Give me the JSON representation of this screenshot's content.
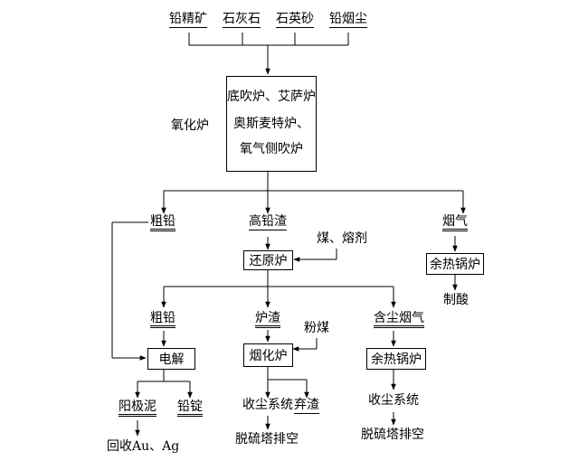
{
  "inputs": [
    "铅精矿",
    "石灰石",
    "石英砂",
    "铅烟尘"
  ],
  "furnace_label": "氧化炉",
  "furnace_box": [
    "底吹炉、艾萨炉",
    "奥斯麦特炉、",
    "氧气侧吹炉"
  ],
  "crude_lead_1": "粗铅",
  "high_lead_slag": "高铅渣",
  "flue_gas_1": "烟气",
  "coal_flux": "煤、熔剂",
  "reduction_furnace": "还原炉",
  "waste_heat_boiler_1": "余热锅炉",
  "acid_making": "制酸",
  "crude_lead_2": "粗铅",
  "furnace_slag": "炉渣",
  "pulverized_coal": "粉煤",
  "dusty_flue_gas": "含尘烟气",
  "electrolysis": "电解",
  "fuming_furnace": "烟化炉",
  "waste_heat_boiler_2": "余热锅炉",
  "anode_slime": "阳极泥",
  "lead_ingot": "铅锭",
  "dust_collection_1": "收尘系统",
  "discarded_slag": "弃渣",
  "dust_collection_2": "收尘系统",
  "recover_metals": "回收Au、Ag",
  "desulfurization_1": "脱硫塔排空",
  "desulfurization_2": "脱硫塔排空"
}
